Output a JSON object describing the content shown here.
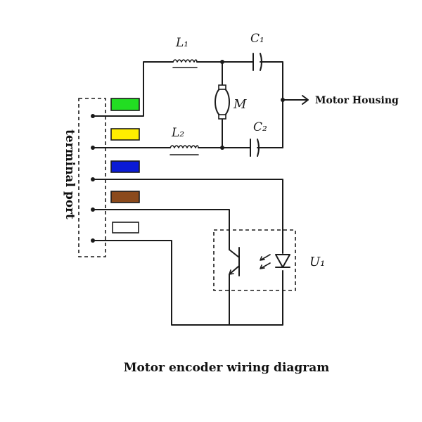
{
  "title": "Motor encoder wiring diagram",
  "terminal_label": "terminal port",
  "output_label": "Motor Housing",
  "components": {
    "inductor_1": "L₁",
    "inductor_2": "L₂",
    "capacitor_1": "C₁",
    "capacitor_2": "C₂",
    "motor": "M",
    "optocoupler": "U₁"
  },
  "terminals": [
    {
      "color_name": "green",
      "color": "#22dd22"
    },
    {
      "color_name": "yellow",
      "color": "#ffee00"
    },
    {
      "color_name": "blue",
      "color": "#0a1ad6"
    },
    {
      "color_name": "brown",
      "color": "#8b4a1c"
    },
    {
      "color_name": "white",
      "color": "#ffffff"
    }
  ]
}
